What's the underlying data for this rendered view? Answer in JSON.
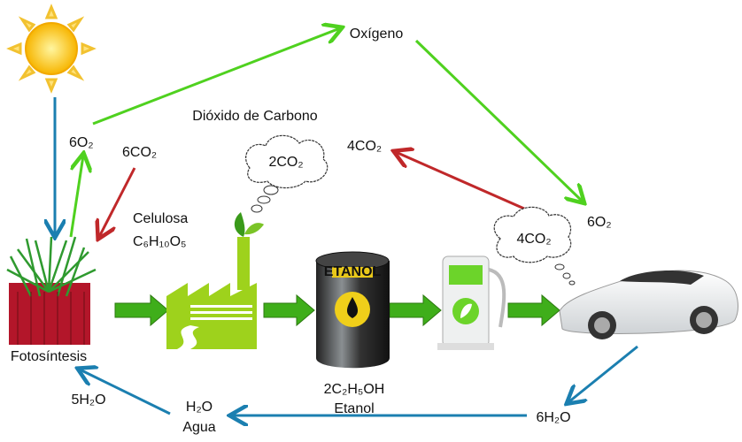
{
  "labels": {
    "oxygen": "Oxígeno",
    "co2_title": "Dióxido de Carbono",
    "o2_left": "6O₂",
    "co2_left": "6CO₂",
    "co2_mid": "4CO₂",
    "cloud_factory": "2CO₂",
    "cloud_car": "4CO₂",
    "o2_right": "6O₂",
    "cellulose": "Celulosa",
    "cellulose_formula": "C₆H₁₀O₅",
    "photosynthesis": "Fotosíntesis",
    "ethanol_formula": "2C₂H₅OH",
    "ethanol": "Etanol",
    "barrel_label": "ETANOL",
    "water_5": "5H₂O",
    "water": "H₂O",
    "water_name": "Agua",
    "water_6": "6H₂O"
  },
  "colors": {
    "green_arrow": "#4fd11f",
    "red_arrow": "#c0282a",
    "blue_arrow": "#1b7fb0",
    "process_arrow": "#3fae1a",
    "factory": "#9ed21c"
  }
}
